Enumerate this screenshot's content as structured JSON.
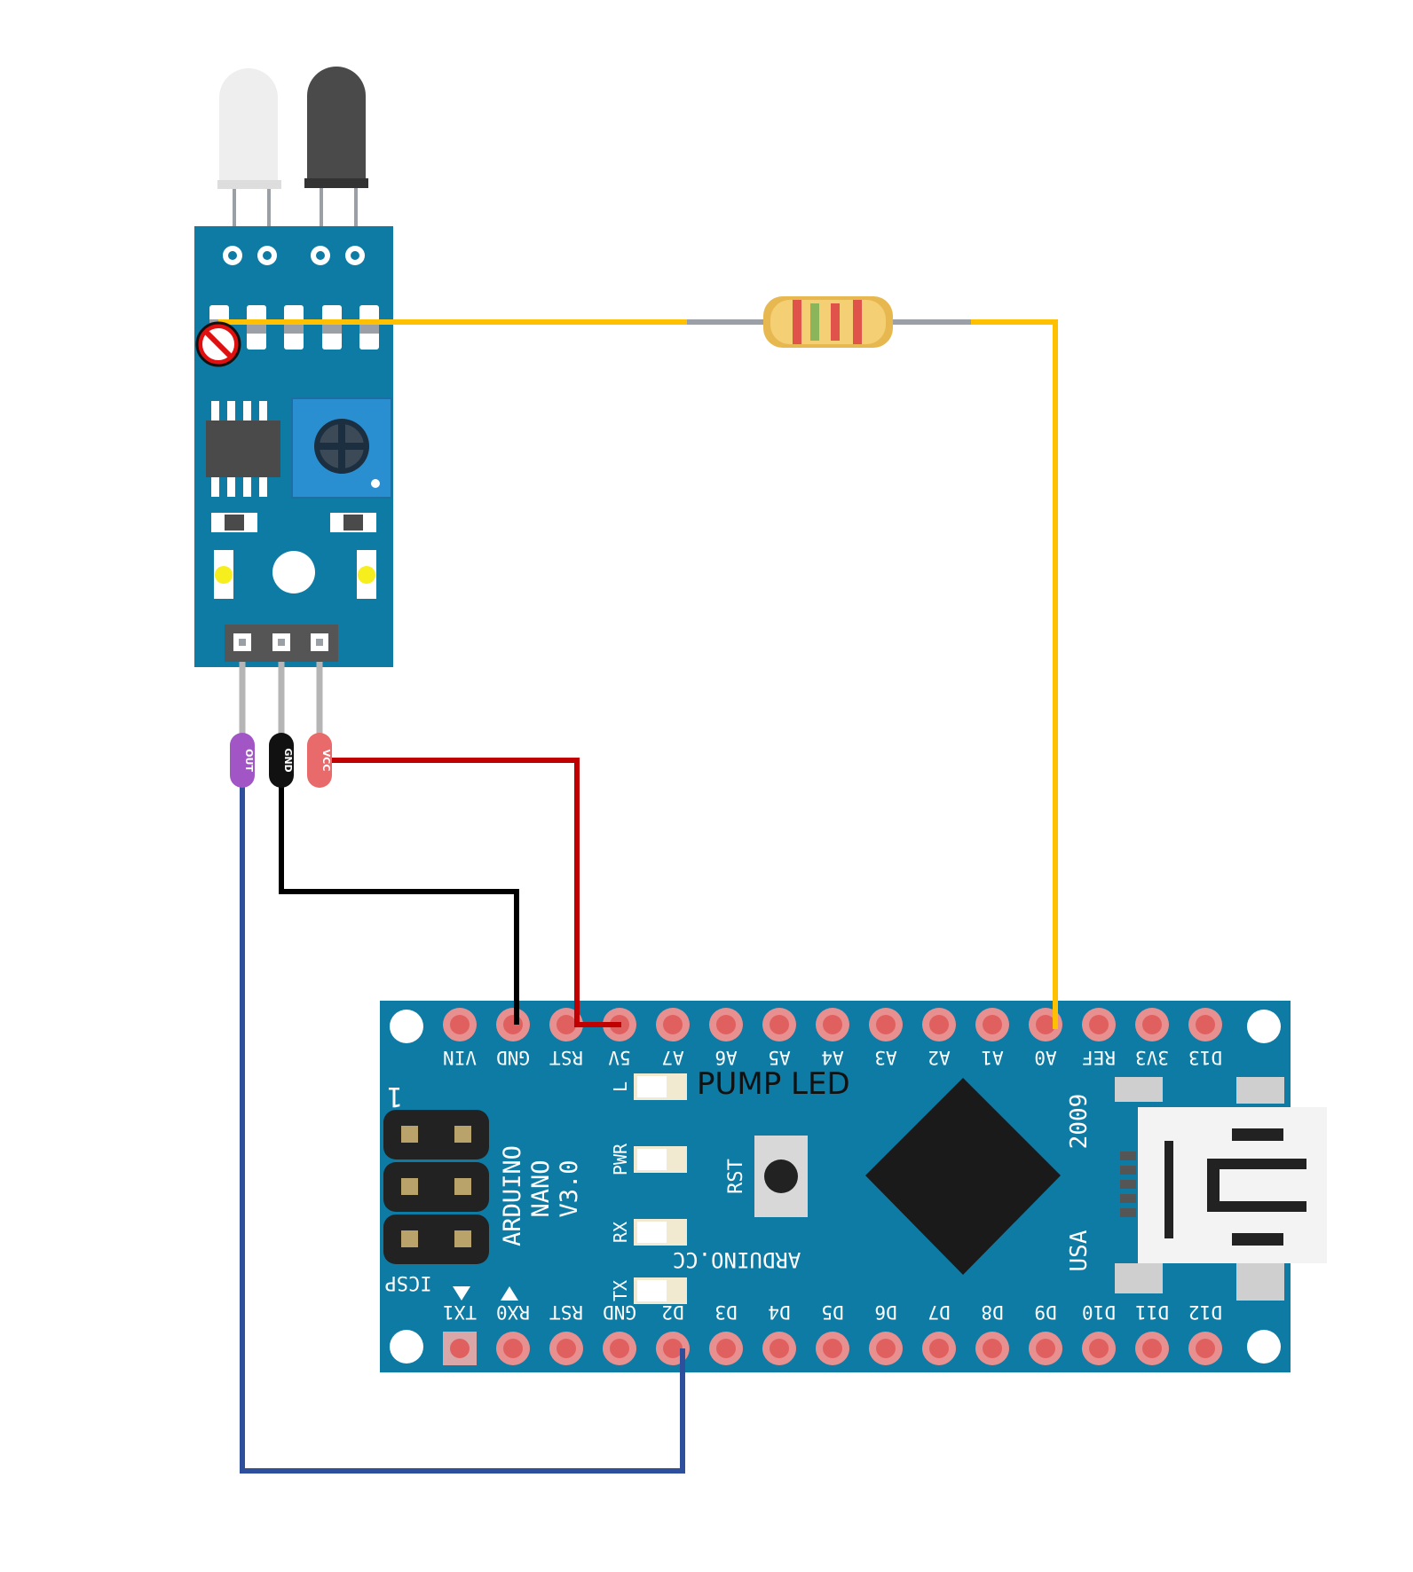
{
  "sensor_module": {
    "pin_tags": [
      "OUT",
      "GND",
      "VCC"
    ]
  },
  "arduino": {
    "model_lines": [
      "ARDUINO",
      "NANO",
      "V3.0"
    ],
    "brand": "ARDUINO.CC",
    "year": "2009",
    "country": "USA",
    "reset_label": "RST",
    "icsp_label": "ICSP",
    "icsp_pin1": "1",
    "led_labels": [
      "L",
      "PWR",
      "RX",
      "TX"
    ],
    "top_pins": [
      "VIN",
      "GND",
      "RST",
      "5V",
      "A7",
      "A6",
      "A5",
      "A4",
      "A3",
      "A2",
      "A1",
      "A0",
      "REF",
      "3V3",
      "D13"
    ],
    "bottom_pins": [
      "TX1",
      "RX0",
      "RST",
      "GND",
      "D2",
      "D3",
      "D4",
      "D5",
      "D6",
      "D7",
      "D8",
      "D9",
      "D10",
      "D11",
      "D12"
    ]
  },
  "annotation": "PUMP LED",
  "colors": {
    "board_blue": "#0d7ba4",
    "wire_out": "#2e4f9c",
    "wire_gnd": "#000000",
    "wire_vcc": "#c00000",
    "wire_signal": "#ffc000"
  },
  "icons": [
    "ir-led-icon",
    "photodiode-icon",
    "potentiometer-icon",
    "no-symbol-icon",
    "usb-port-icon",
    "microcontroller-chip-icon"
  ]
}
